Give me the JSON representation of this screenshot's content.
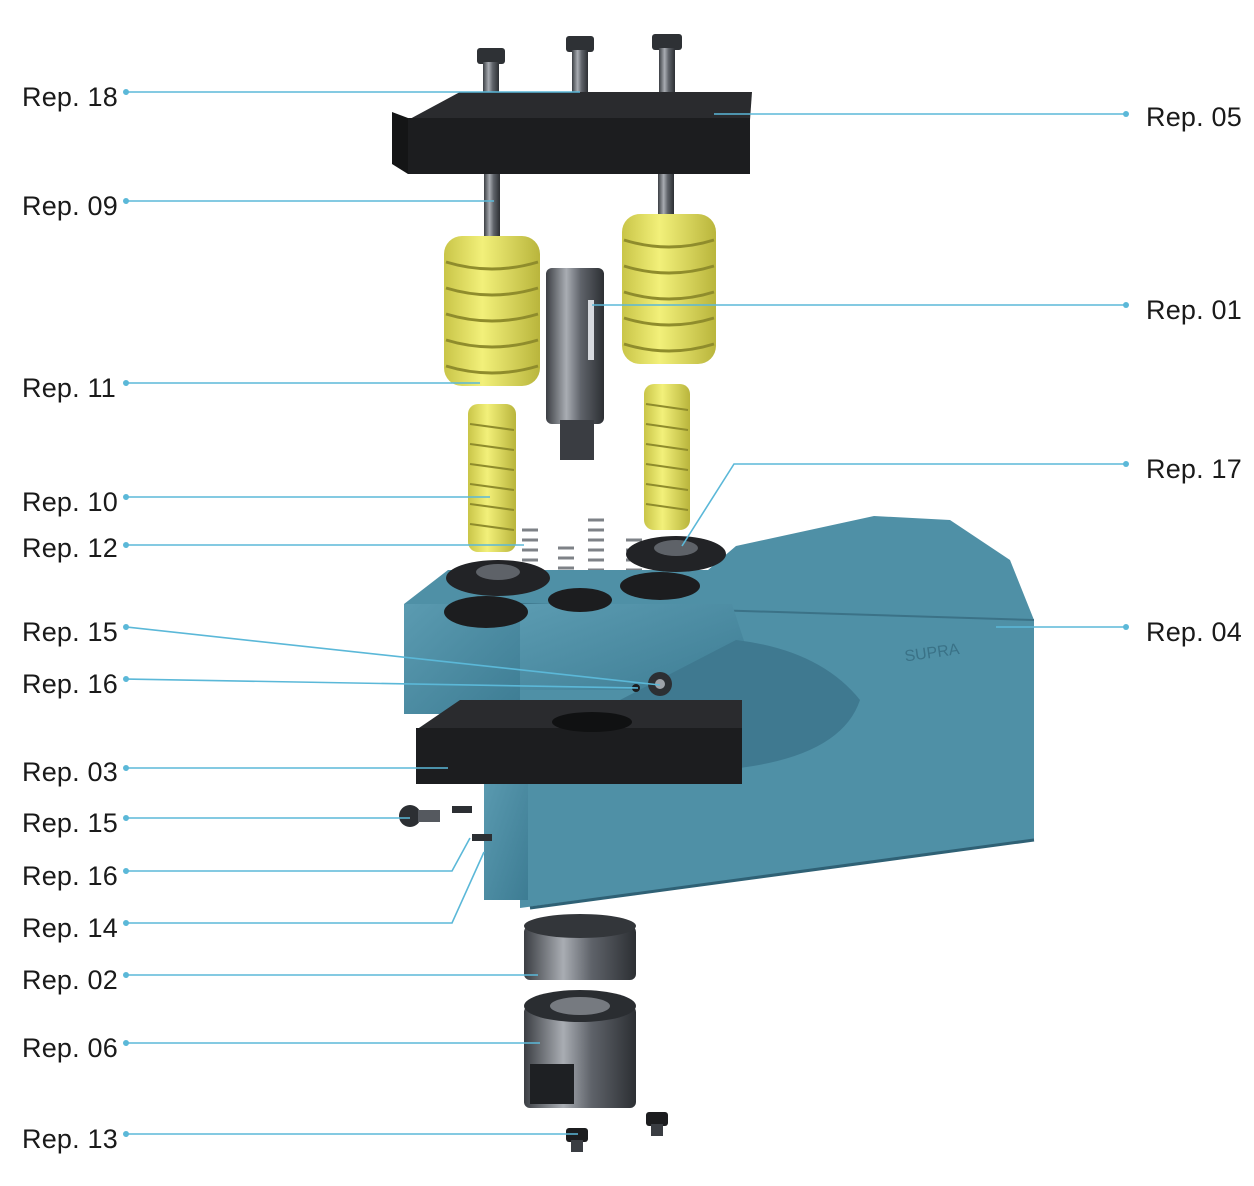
{
  "diagram": {
    "brand_mark": "SUPRA",
    "colors": {
      "body": "#4a8aa0",
      "plate": "#1c1d1f",
      "spring": "#e6e462",
      "spring_shadow": "#b9b53c",
      "steel": "#6d7177",
      "leader": "#5bb8d8"
    },
    "labels": {
      "rep18": "Rep. 18",
      "rep09": "Rep. 09",
      "rep11": "Rep. 11",
      "rep10": "Rep. 10",
      "rep12": "Rep. 12",
      "rep15a": "Rep. 15",
      "rep16a": "Rep. 16",
      "rep03": "Rep. 03",
      "rep15b": "Rep. 15",
      "rep16b": "Rep. 16",
      "rep14": "Rep. 14",
      "rep02": "Rep. 02",
      "rep06": "Rep. 06",
      "rep13": "Rep. 13",
      "rep05": "Rep. 05",
      "rep01": "Rep. 01",
      "rep17": "Rep. 17",
      "rep04": "Rep. 04"
    }
  }
}
